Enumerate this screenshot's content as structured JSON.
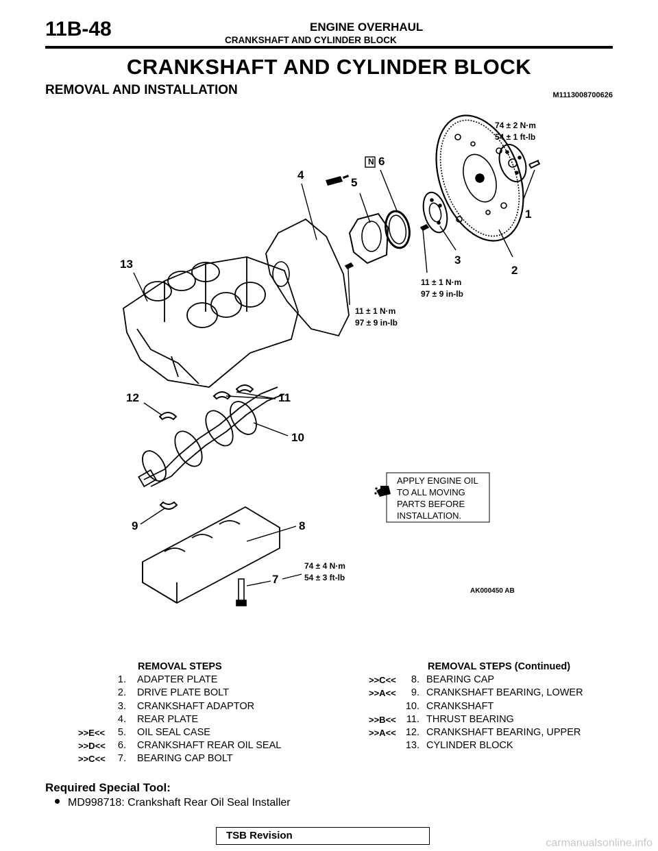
{
  "header": {
    "page_number": "11B-48",
    "section": "ENGINE OVERHAUL",
    "subsection": "CRANKSHAFT AND CYLINDER BLOCK"
  },
  "title": "CRANKSHAFT AND  CYLINDER BLOCK",
  "section_title": "REMOVAL AND INSTALLATION",
  "doc_id": "M1113008700626",
  "diagram": {
    "figure_id": "AK000450 AB",
    "callouts": [
      "1",
      "2",
      "3",
      "4",
      "5",
      "6",
      "7",
      "8",
      "9",
      "10",
      "11",
      "12",
      "13"
    ],
    "torque_1": [
      "74 ± 2 N·m",
      "54 ± 1 ft-lb"
    ],
    "torque_3": [
      "11 ± 1 N·m",
      "97 ± 9 in-lb"
    ],
    "torque_5": [
      "11 ± 1 N·m",
      "97 ± 9 in-lb"
    ],
    "torque_7": [
      "74 ± 4 N·m",
      "54 ± 3 ft-lb"
    ],
    "note_lines": [
      "APPLY ENGINE OIL",
      "TO ALL MOVING",
      "PARTS BEFORE",
      "INSTALLATION."
    ],
    "new_part_mark": "N"
  },
  "removal_steps": {
    "heading": "REMOVAL STEPS",
    "items": [
      {
        "tag": "",
        "num": "1.",
        "text": "ADAPTER PLATE"
      },
      {
        "tag": "",
        "num": "2.",
        "text": "DRIVE PLATE BOLT"
      },
      {
        "tag": "",
        "num": "3.",
        "text": "CRANKSHAFT ADAPTOR"
      },
      {
        "tag": "",
        "num": "4.",
        "text": "REAR PLATE"
      },
      {
        "tag": ">>E<<",
        "num": "5.",
        "text": "OIL SEAL CASE"
      },
      {
        "tag": ">>D<<",
        "num": "6.",
        "text": "CRANKSHAFT REAR OIL SEAL"
      },
      {
        "tag": ">>C<<",
        "num": "7.",
        "text": "BEARING CAP BOLT"
      }
    ]
  },
  "removal_steps_cont": {
    "heading": "REMOVAL STEPS (Continued)",
    "items": [
      {
        "tag": ">>C<<",
        "num": "8.",
        "text": "BEARING CAP"
      },
      {
        "tag": ">>A<<",
        "num": "9.",
        "text": "CRANKSHAFT BEARING, LOWER"
      },
      {
        "tag": "",
        "num": "10.",
        "text": "CRANKSHAFT"
      },
      {
        "tag": ">>B<<",
        "num": "11.",
        "text": "THRUST BEARING"
      },
      {
        "tag": ">>A<<",
        "num": "12.",
        "text": "CRANKSHAFT BEARING, UPPER"
      },
      {
        "tag": "",
        "num": "13.",
        "text": "CYLINDER BLOCK"
      }
    ]
  },
  "special_tool": {
    "heading": "Required Special Tool:",
    "item": "MD998718: Crankshaft Rear Oil Seal Installer"
  },
  "footer": {
    "label": "TSB Revision"
  },
  "watermark": "carmanualsonline.info"
}
